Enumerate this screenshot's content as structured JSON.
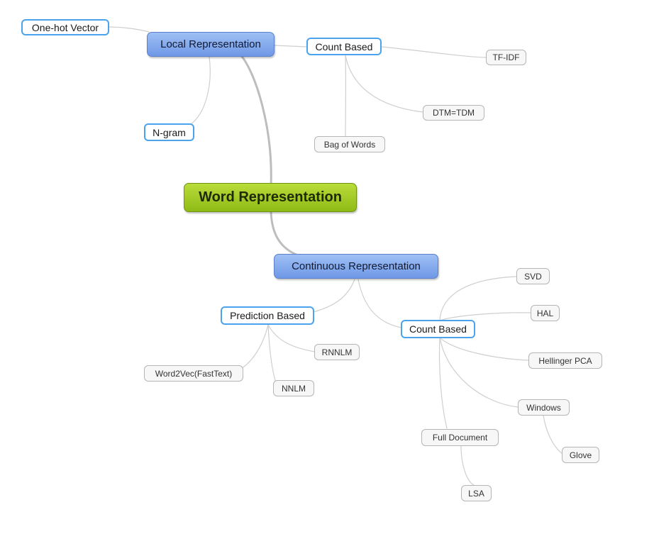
{
  "root": {
    "label": "Word Representation"
  },
  "local": {
    "label": "Local Representation",
    "one_hot": "One-hot Vector",
    "ngram": "N-gram",
    "count_based": {
      "label": "Count Based",
      "tfidf": "TF-IDF",
      "dtm": "DTM=TDM",
      "bow": "Bag of Words"
    }
  },
  "continuous": {
    "label": "Continuous Representation",
    "prediction_based": {
      "label": "Prediction Based",
      "rnnlm": "RNNLM",
      "word2vec": "Word2Vec(FastText)",
      "nnlm": "NNLM"
    },
    "count_based": {
      "label": "Count Based",
      "svd": "SVD",
      "hal": "HAL",
      "hellinger": "Hellinger PCA",
      "windows": "Windows",
      "glove": "Glove",
      "full_document": "Full Document",
      "lsa": "LSA"
    }
  },
  "colors": {
    "root": "#9dc81e",
    "main": "#7aa2ea",
    "sub_border": "#4aa3ec",
    "leaf_border": "#b5b5b5",
    "edge": "#cfcfcf"
  }
}
